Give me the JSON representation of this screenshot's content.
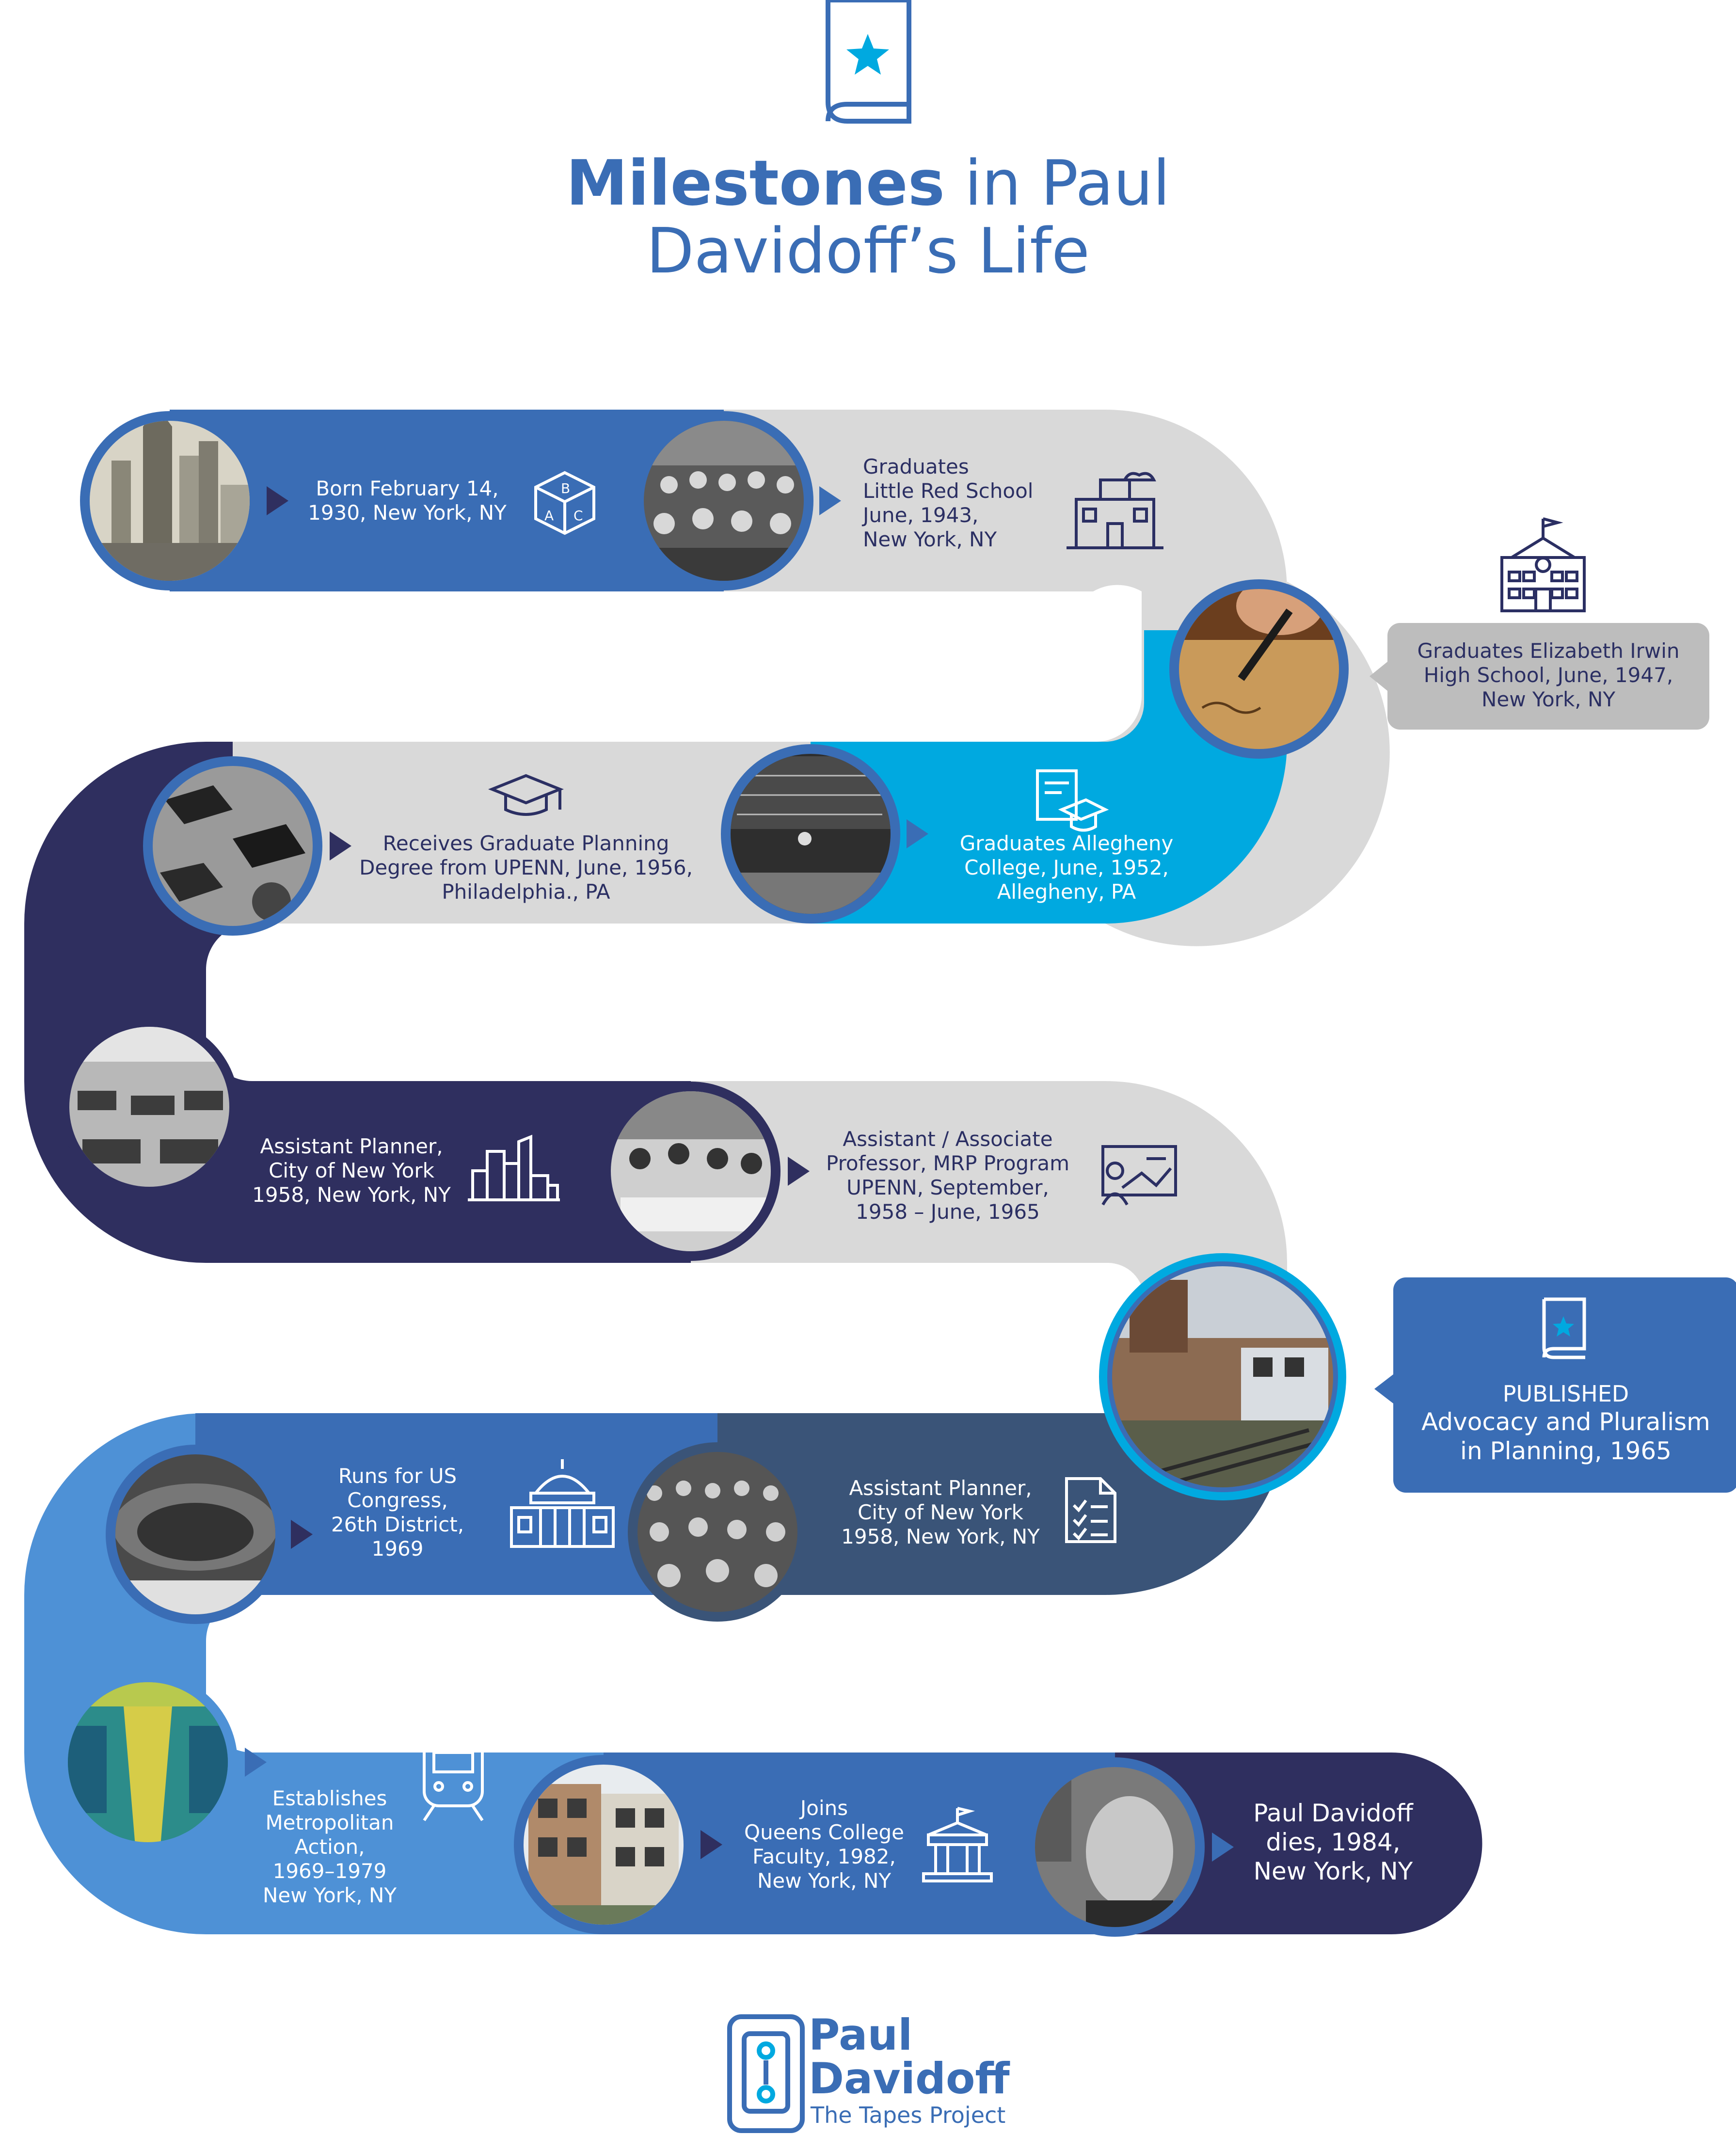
{
  "header": {
    "title_bold": "Milestones",
    "title_rest": " in Paul",
    "title_line2": "Davidoff’s Life",
    "book_icon": "book-star-icon"
  },
  "colors": {
    "royal": "#3a6db5",
    "light_gray": "#d9d9d9",
    "cyan": "#00a9e0",
    "navy": "#2f2f5f",
    "slate": "#3a5478",
    "sky": "#4e91d6",
    "callout_gray": "#bdbdbd"
  },
  "milestones": [
    {
      "id": "born",
      "text": "Born February 14,\n1930, New York, NY",
      "icon": "abc-blocks-icon",
      "photo": "skyline-photo"
    },
    {
      "id": "little-red",
      "text": "Graduates\nLittle Red School\nJune, 1943,\nNew York, NY",
      "icon": "school-building-icon",
      "photo": "classroom-photo"
    },
    {
      "id": "irwin",
      "text": "Graduates Elizabeth Irwin\nHigh School, June, 1947,\nNew York, NY",
      "icon": "high-school-icon",
      "photo": "pen-writing-photo"
    },
    {
      "id": "allegheny",
      "text": "Graduates Allegheny\nCollege, June, 1952,\nAllegheny, PA",
      "icon": "diploma-icon",
      "photo": "lecture-hall-photo"
    },
    {
      "id": "upenn-degree",
      "text": "Receives Graduate Planning\nDegree from UPENN, June, 1956,\nPhiladelphia., PA",
      "icon": "graduation-cap-icon",
      "photo": "graduation-photo"
    },
    {
      "id": "planner-nyc",
      "text": "Assistant Planner,\nCity of New York\n1958, New York, NY",
      "icon": "city-skyline-icon",
      "photo": "office-photo"
    },
    {
      "id": "professor",
      "text": "Assistant / Associate\nProfessor, MRP Program\nUPENN, September,\n1958 – June, 1965",
      "icon": "teacher-board-icon",
      "photo": "seminar-photo"
    },
    {
      "id": "published-label",
      "text": "PUBLISHED",
      "icon": "book-star-icon",
      "photo": "elevated-train-photo"
    },
    {
      "id": "published-title",
      "text": "Advocacy and Pluralism\nin Planning, 1965"
    },
    {
      "id": "planner-nyc-2",
      "text": "Assistant Planner,\nCity of New York\n1958, New York, NY",
      "icon": "checklist-icon",
      "photo": "audience-photo"
    },
    {
      "id": "congress",
      "text": "Runs for US\nCongress,\n26th District,\n1969",
      "icon": "capitol-icon",
      "photo": "assembly-photo"
    },
    {
      "id": "metro-action",
      "text": "Establishes\nMetropolitan\nAction,\n1969–1979\nNew York, NY",
      "icon": "subway-train-icon",
      "photo": "subway-car-photo"
    },
    {
      "id": "queens",
      "text": "Joins\nQueens College\nFaculty, 1982,\nNew York, NY",
      "icon": "college-building-icon",
      "photo": "apartment-photo"
    },
    {
      "id": "dies",
      "text": "Paul Davidoff\ndies, 1984,\nNew York, NY",
      "photo": "portrait-photo"
    }
  ],
  "logo": {
    "line1": "Paul",
    "line2": "Davidoff",
    "line3": "The Tapes Project",
    "icon": "cassette-tape-icon"
  }
}
